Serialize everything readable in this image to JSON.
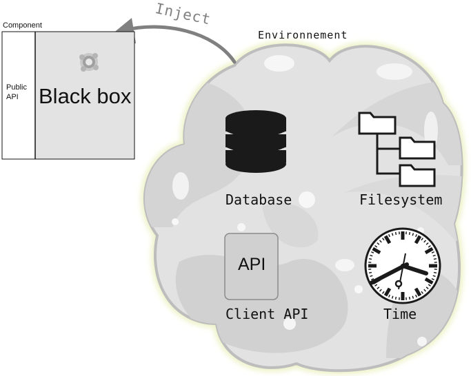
{
  "arrow": {
    "label": "Inject"
  },
  "component": {
    "title": "Component",
    "public_api_label": "Public\nAPI",
    "black_box_label": "Black box"
  },
  "environment": {
    "title": "Environnement",
    "items": [
      {
        "id": "database",
        "label": "Database",
        "icon": "database-icon"
      },
      {
        "id": "filesystem",
        "label": "Filesystem",
        "icon": "folder-tree-icon"
      },
      {
        "id": "client_api",
        "label": "Client API",
        "icon": "api-box-icon",
        "icon_text": "API"
      },
      {
        "id": "time",
        "label": "Time",
        "icon": "clock-icon"
      }
    ]
  },
  "colors": {
    "cloud_fill": "#e2e2e2",
    "cloud_stroke": "#bdbdbd",
    "cloud_glow": "#f1f5d2",
    "arrow": "#808080",
    "black_box_fill": "#e3e3e3",
    "icon": "#1a1a1a"
  }
}
